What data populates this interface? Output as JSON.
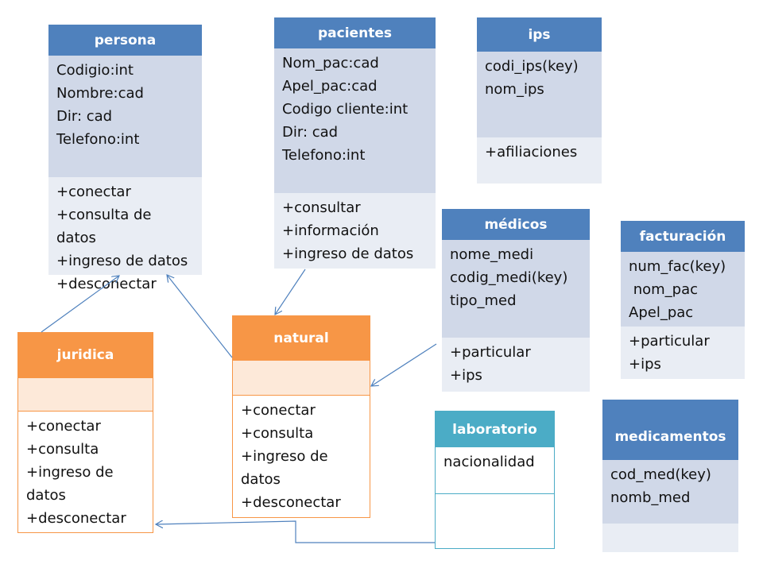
{
  "classes": {
    "persona": {
      "title": "persona",
      "attributes": "Codigio:int\nNombre:cad\nDir: cad\nTelefono:int",
      "methods": "+conectar\n+consulta de\ndatos\n+ingreso de datos\n+desconectar"
    },
    "pacientes": {
      "title": "pacientes",
      "attributes": "Nom_pac:cad\nApel_pac:cad\nCodigo cliente:int\nDir: cad\nTelefono:int",
      "methods": "+consultar\n+información\n+ingreso de datos"
    },
    "ips": {
      "title": "ips",
      "attributes": "codi_ips(key)\nnom_ips",
      "methods": "+afiliaciones"
    },
    "medicos": {
      "title": "médicos",
      "attributes": "nome_medi\ncodig_medi(key)\ntipo_med",
      "methods": "+particular\n+ips"
    },
    "facturacion": {
      "title": "facturación",
      "attributes": "num_fac(key)\n nom_pac\nApel_pac",
      "methods": "+particular\n+ips"
    },
    "juridica": {
      "title": "juridica",
      "attributes": "",
      "methods": "+conectar\n+consulta\n+ingreso de\ndatos\n+desconectar"
    },
    "natural": {
      "title": "natural",
      "attributes": "",
      "methods": "+conectar\n+consulta\n+ingreso de\ndatos\n+desconectar"
    },
    "laboratorio": {
      "title": "laboratorio",
      "attributes": "nacionalidad",
      "methods": ""
    },
    "medicamentos": {
      "title": "medicamentos",
      "attributes": "cod_med(key)\nnomb_med",
      "methods": ""
    }
  },
  "colors": {
    "blue_header": "#4f81bd",
    "blue_attr": "#d0d8e8",
    "blue_methods": "#e9edf4",
    "orange_header": "#f79646",
    "orange_attr": "#fde9d9",
    "teal_header": "#4bacc6",
    "connector": "#4f81bd"
  }
}
